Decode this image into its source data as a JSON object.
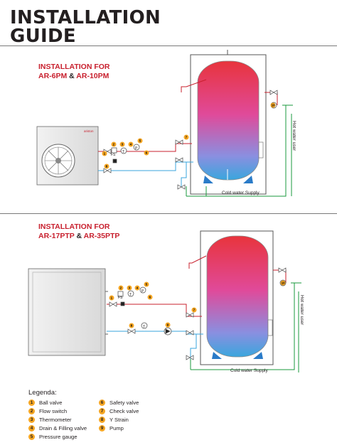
{
  "title_line1": "INSTALLATION",
  "title_line2": "GUIDE",
  "section1": {
    "prefix": "INSTALLATION FOR",
    "model_a": "AR-6PM",
    "amp": " & ",
    "model_b": "AR-10PM"
  },
  "section2": {
    "prefix": "INSTALLATION FOR",
    "model_a": "AR-17PTP",
    "amp": " & ",
    "model_b": "AR-35PTP"
  },
  "diagram_labels": {
    "fs": "FS",
    "thermometer": "T",
    "pressure": "P",
    "brand": "ariston",
    "cold_water": "Cold water Supply",
    "hot_water": "Hot water user"
  },
  "legend": {
    "title": "Legenda:",
    "items": [
      {
        "num": "1",
        "label": "Ball valve"
      },
      {
        "num": "2",
        "label": "Flow switch"
      },
      {
        "num": "3",
        "label": "Thermometer"
      },
      {
        "num": "4",
        "label": "Drain & Filling valve"
      },
      {
        "num": "5",
        "label": "Pressure gauge"
      },
      {
        "num": "6",
        "label": "Safety valve"
      },
      {
        "num": "7",
        "label": "Check valve"
      },
      {
        "num": "8",
        "label": "Y Strain"
      },
      {
        "num": "9",
        "label": "Pump"
      }
    ]
  },
  "colors": {
    "accent_red": "#c8202e",
    "hot_red": "#e8343c",
    "cold_blue": "#3aa6dd",
    "pipe_green": "#1a9a3c",
    "badge_orange": "#f5a623"
  }
}
